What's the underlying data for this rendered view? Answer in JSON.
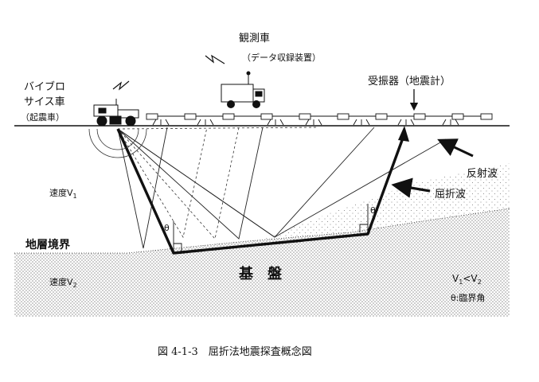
{
  "labels": {
    "observation_car": "観測車",
    "data_recorder": "（データ収録装置）",
    "vibroseis_line1": "バイブロ",
    "vibroseis_line2": "サイス車",
    "vibroseis_line3": "（起震車）",
    "geophone": "受振器（地震計）",
    "reflected_wave": "反射波",
    "refracted_wave": "屈折波",
    "velocity_v1": "速度V",
    "velocity_v1_sub": "1",
    "boundary": "地層境界",
    "bedrock": "基　盤",
    "velocity_v2": "速度V",
    "velocity_v2_sub": "2",
    "relation_v": "V",
    "relation_sub1": "1",
    "relation_lt": "<V",
    "relation_sub2": "2",
    "theta_symbol": "θ",
    "critical_angle": "θ:臨界角",
    "caption": "図 4-1-3　屈折法地震探査概念図"
  },
  "colors": {
    "ink": "#111111",
    "stipple": "#555555"
  }
}
